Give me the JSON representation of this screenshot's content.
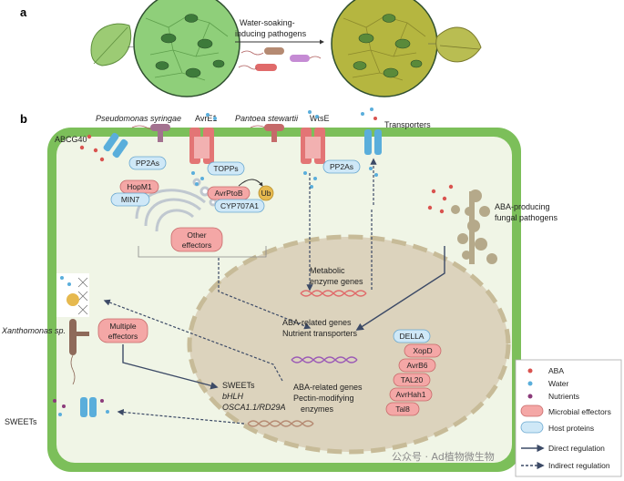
{
  "panel_a": {
    "label": "a",
    "pathogen_label_line1": "Water-soaking-",
    "pathogen_label_line2": "inducing pathogens"
  },
  "panel_b": {
    "label": "b",
    "pseudomonas": "Pseudomonas syringae",
    "avre1": "AvrE1",
    "pantoea": "Pantoea stewartii",
    "wtse": "WtsE",
    "transporters": "Transporters",
    "abcg40": "ABCG40",
    "pp2as_left": "PP2As",
    "topps": "TOPPs",
    "pp2as_right": "PP2As",
    "hopm1": "HopM1",
    "min7": "MIN7",
    "avrptob": "AvrPtoB",
    "ub": "Ub",
    "cyp707a1": "CYP707A1",
    "other_effectors_line1": "Other",
    "other_effectors_line2": "effectors",
    "aba_fungal_line1": "ABA-producing",
    "aba_fungal_line2": "fungal pathogens",
    "metabolic_line1": "Metabolic",
    "metabolic_line2": "enzyme genes",
    "aba_genes_1_line1": "ABA-related genes",
    "aba_genes_1_line2": "Nutrient transporters",
    "xanthomonas": "Xanthomonas sp.",
    "multiple_effectors_line1": "Multiple",
    "multiple_effectors_line2": "effectors",
    "sweets_list": [
      "SWEETs",
      "bHLH",
      "OSCA1.1/RD29A"
    ],
    "aba_genes_2": [
      "ABA-related genes",
      "Pectin-modifying",
      "enzymes"
    ],
    "sweets_label": "SWEETs",
    "nuclear_stack": [
      "DELLA",
      "XopD",
      "AvrB6",
      "TAL20",
      "AvrHah1",
      "Tal8"
    ]
  },
  "legend": {
    "items": [
      {
        "label": "ABA",
        "color": "#d9534f"
      },
      {
        "label": "Water",
        "color": "#5aaedb"
      },
      {
        "label": "Nutrients",
        "color": "#8b3a7a"
      },
      {
        "label": "Microbial effectors"
      },
      {
        "label": "Host proteins"
      },
      {
        "label": "Direct regulation"
      },
      {
        "label": "Indirect regulation"
      }
    ]
  },
  "watermark": "公众号 · Ad植物微生物",
  "colors": {
    "cell_wall": "#7cbf5a",
    "cytoplasm": "#eef3e4",
    "nucleus": "#dcd3bd",
    "effector_fill": "#f4a7a6",
    "host_fill": "#cfe8f7",
    "arrow": "#3c4a66"
  }
}
